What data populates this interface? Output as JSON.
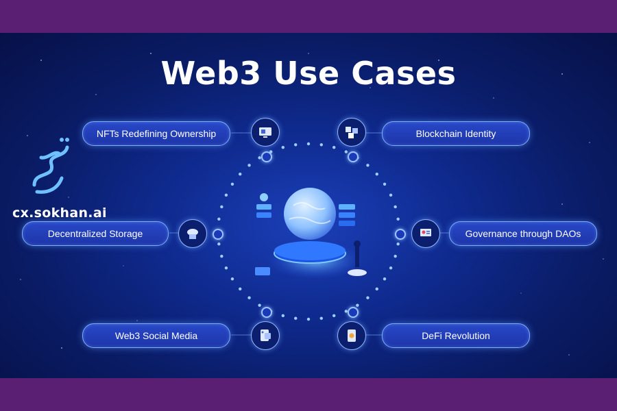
{
  "title": "Web3 Use Cases",
  "watermark": {
    "text": "cx.sokhan.ai"
  },
  "use_cases": [
    {
      "label": "NFTs Redefining Ownership",
      "icon": "nft-ownership-icon"
    },
    {
      "label": "Blockchain Identity",
      "icon": "blockchain-identity-icon"
    },
    {
      "label": "Decentralized Storage",
      "icon": "cloud-storage-icon"
    },
    {
      "label": "Governance through DAOs",
      "icon": "dao-governance-icon"
    },
    {
      "label": "Web3 Social Media",
      "icon": "social-media-icon"
    },
    {
      "label": "DeFi Revolution",
      "icon": "defi-icon"
    }
  ],
  "colors": {
    "frame": "#5a1f72",
    "background": "#0f2a8e",
    "pill": "#2848c8",
    "glow": "#7fb0ff",
    "text": "#ffffff"
  }
}
